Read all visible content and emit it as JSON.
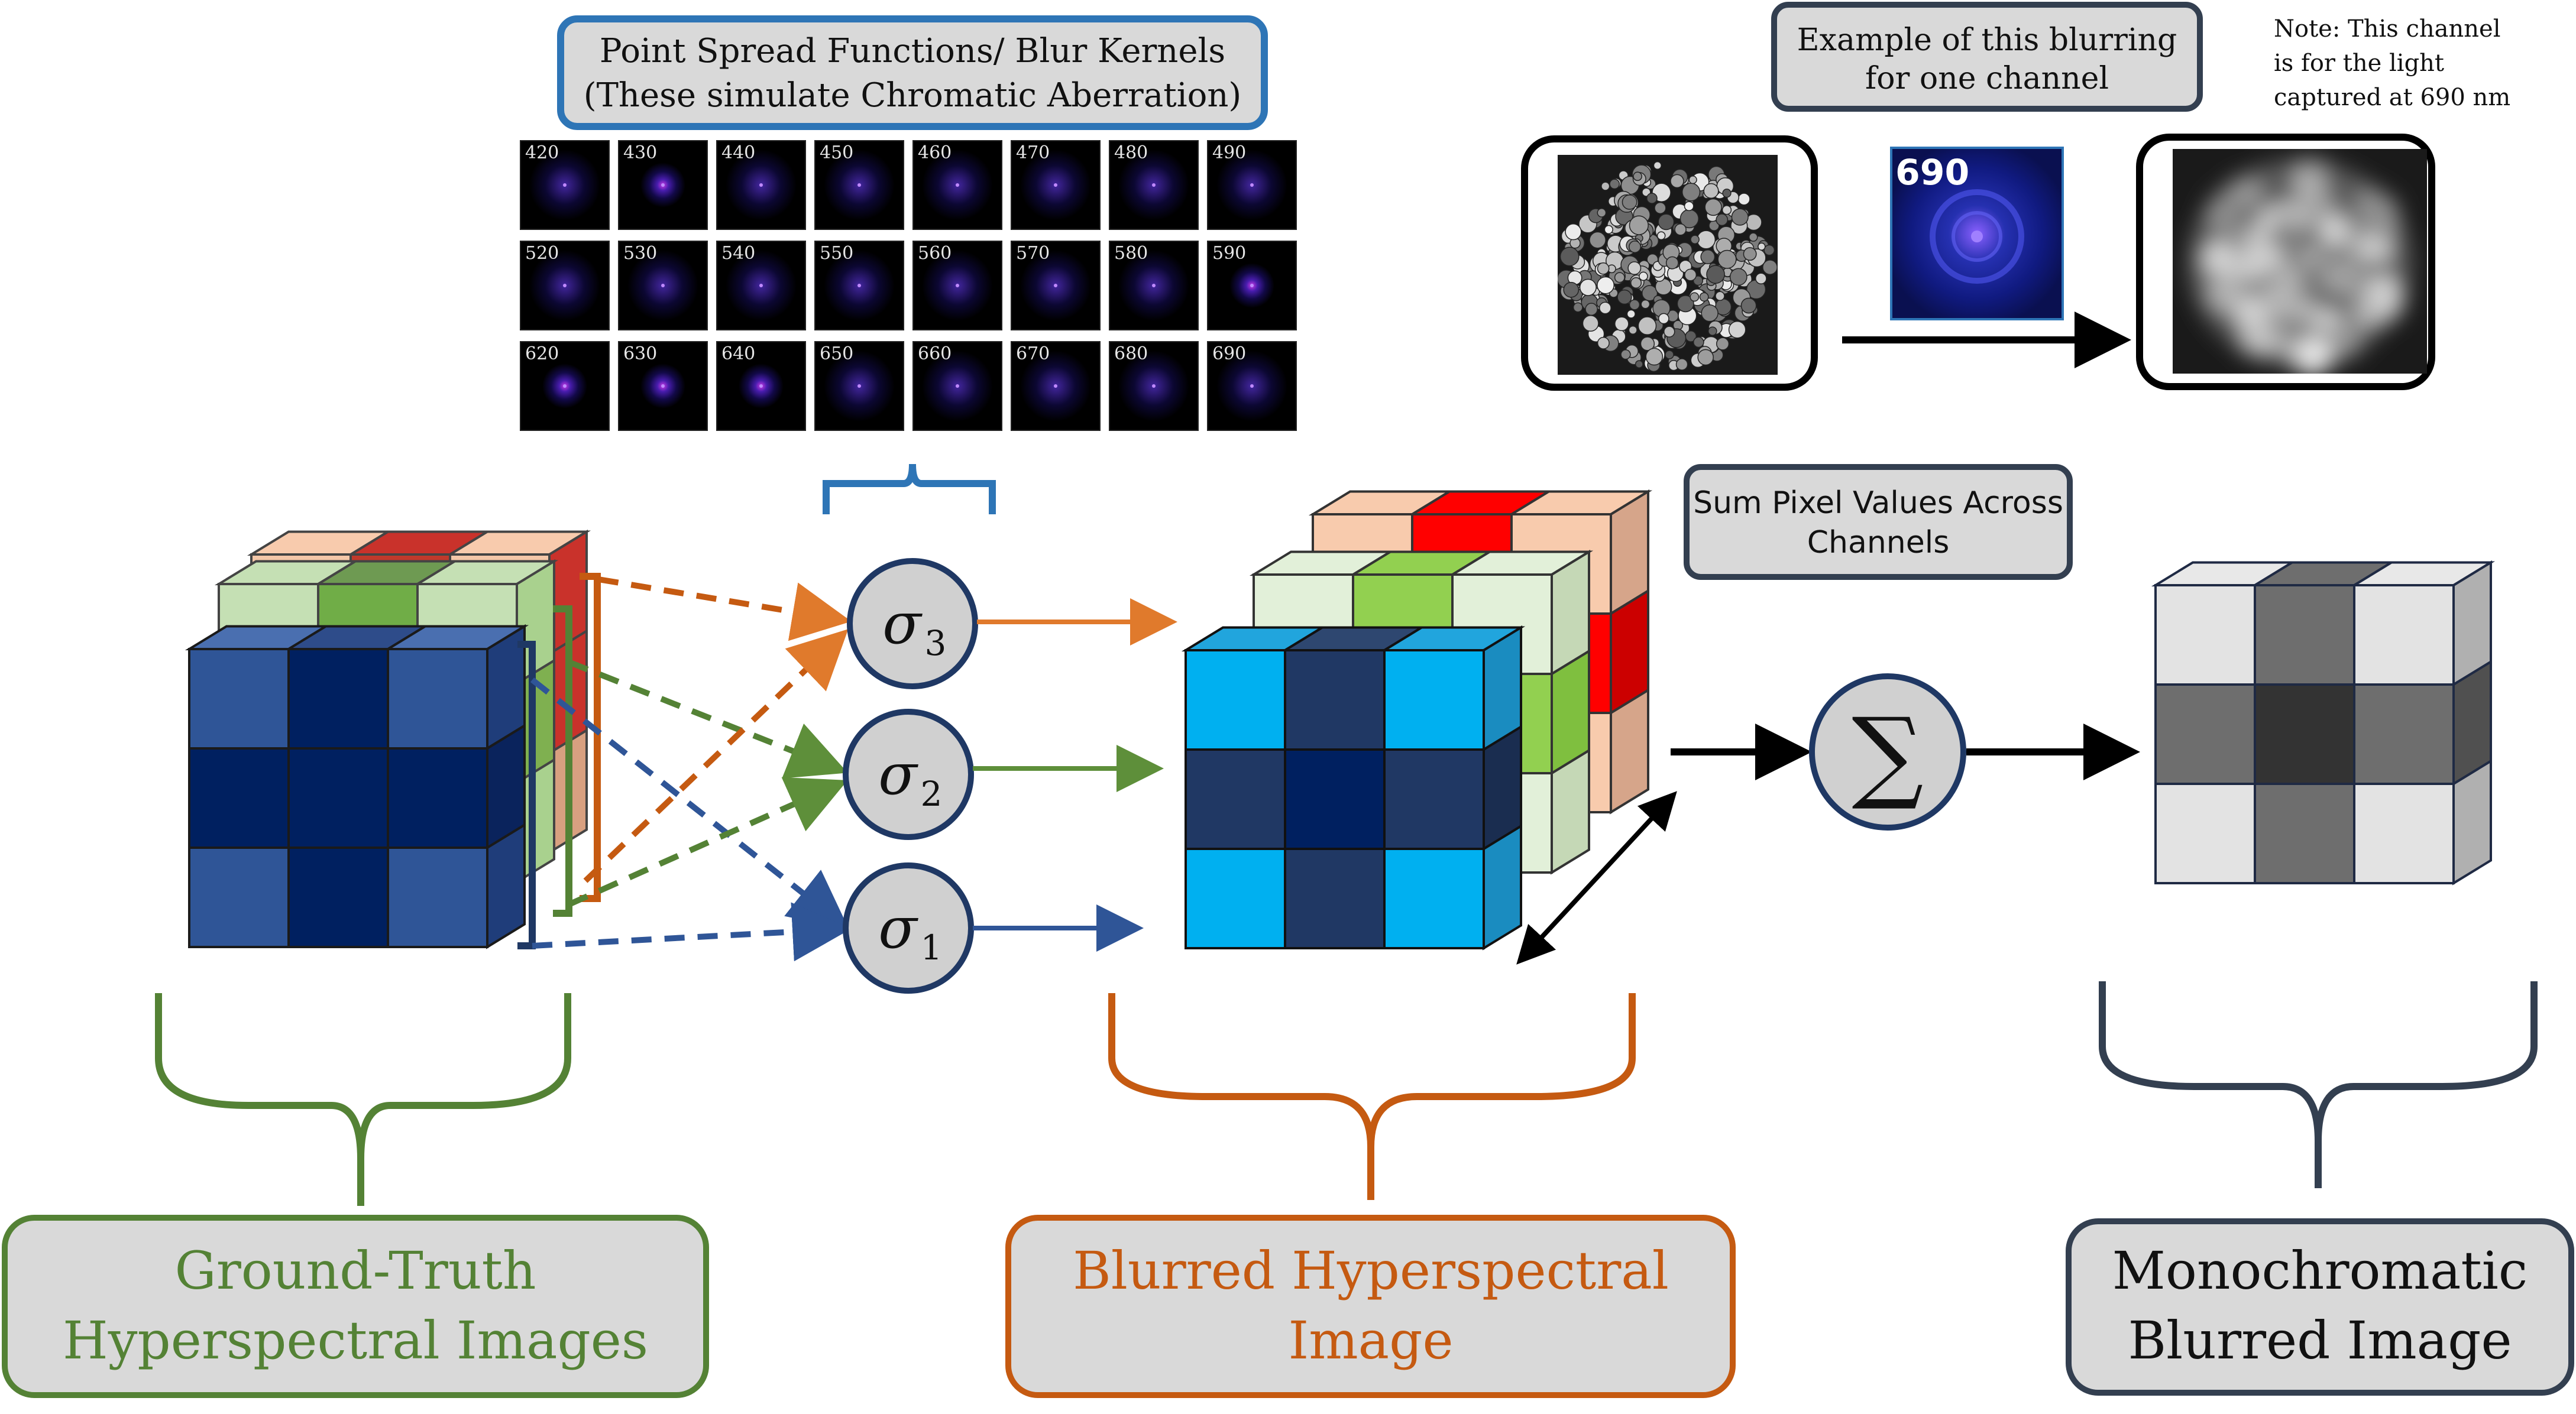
{
  "psf_title": {
    "line1": "Point Spread Functions/ Blur Kernels",
    "line2": "(These simulate Chromatic Aberration)"
  },
  "psf_wavelengths": [
    "420",
    "430",
    "440",
    "450",
    "460",
    "470",
    "480",
    "490",
    "520",
    "530",
    "540",
    "550",
    "560",
    "570",
    "580",
    "590",
    "620",
    "630",
    "640",
    "650",
    "660",
    "670",
    "680",
    "690"
  ],
  "example_box": {
    "line1": "Example of this blurring",
    "line2": "for one channel"
  },
  "note": {
    "line1": "Note: This channel",
    "line2": "is for the light",
    "line3": "captured at 690 nm"
  },
  "example_kernel_label": "690",
  "sum_box": {
    "line1": "Sum Pixel Values Across",
    "line2": "Channels"
  },
  "sum_symbol": "∑",
  "sigmas": [
    {
      "base": "σ",
      "sub": "3"
    },
    {
      "base": "σ",
      "sub": "2"
    },
    {
      "base": "σ",
      "sub": "1"
    }
  ],
  "labels": {
    "ground_truth": {
      "line1": "Ground-Truth",
      "line2": "Hyperspectral Images"
    },
    "blurred": {
      "line1": "Blurred Hyperspectral",
      "line2": "Image"
    },
    "mono": {
      "line1": "Monochromatic",
      "line2": "Blurred Image"
    }
  },
  "colors": {
    "green": "#548235",
    "orange": "#C55A11",
    "slate": "#333F50",
    "blue_border": "#2E75B6",
    "box_fill": "#D9D9D9",
    "navy": "#1F3864"
  }
}
